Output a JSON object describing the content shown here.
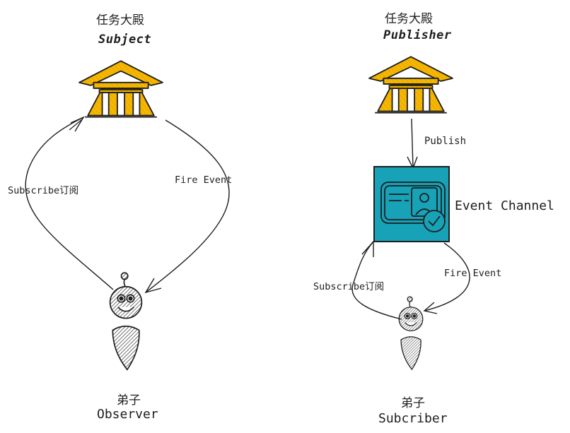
{
  "left": {
    "top_node": {
      "title_cn": "任务大殿",
      "title_en": "Subject"
    },
    "bottom_node": {
      "title_cn": "弟子",
      "title_en": "Observer"
    },
    "edge_subscribe": "Subscribe订阅",
    "edge_fire": "Fire Event"
  },
  "right": {
    "top_node": {
      "title_cn": "任务大殿",
      "title_en": "Publisher"
    },
    "channel": {
      "label": "Event Channel"
    },
    "bottom_node": {
      "title_cn": "弟子",
      "title_en": "Subcriber"
    },
    "edge_publish": "Publish",
    "edge_subscribe": "Subscribe订阅",
    "edge_fire": "Fire Event"
  },
  "icons": [
    "temple-icon",
    "robot-icon",
    "id-card-check-icon"
  ],
  "colors": {
    "temple_fill": "#f5b700",
    "stroke": "#1e1e1e",
    "channel_fill": "#17a2b8",
    "robot_hatch": "#555555"
  }
}
